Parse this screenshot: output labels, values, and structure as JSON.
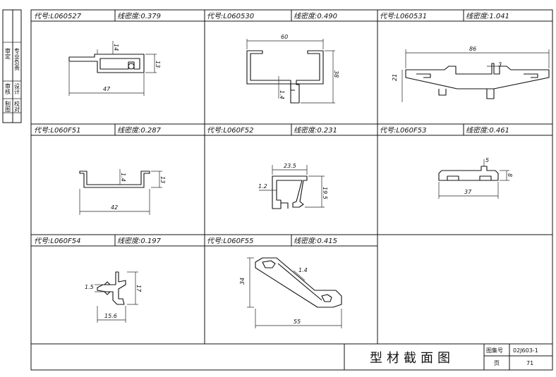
{
  "cells": [
    {
      "code": "代号:L060527",
      "weight": "线密度:0.379",
      "dims": [
        "14",
        "13",
        "47"
      ]
    },
    {
      "code": "代号:L060530",
      "weight": "线密度:0.490",
      "dims": [
        "60",
        "38",
        "1.4"
      ]
    },
    {
      "code": "代号:L060531",
      "weight": "线密度:1.041",
      "dims": [
        "86",
        "3",
        "21"
      ]
    },
    {
      "code": "代号:L060F51",
      "weight": "线密度:0.287",
      "dims": [
        "1.4",
        "13",
        "42"
      ]
    },
    {
      "code": "代号:L060F52",
      "weight": "线密度:0.231",
      "dims": [
        "23.5",
        "1.2",
        "19.5"
      ]
    },
    {
      "code": "代号:L060F53",
      "weight": "线密度:0.461",
      "dims": [
        "5",
        "8",
        "37"
      ]
    },
    {
      "code": "代号:L060F54",
      "weight": "线密度:0.197",
      "dims": [
        "1.5",
        "17",
        "15.6"
      ]
    },
    {
      "code": "代号:L060F55",
      "weight": "线密度:0.415",
      "dims": [
        "34",
        "1.4",
        "55"
      ]
    }
  ],
  "side_panel": {
    "row1": [
      "专业负责",
      "设计",
      "校对"
    ],
    "row2": [
      "审定",
      "审核",
      "制图"
    ]
  },
  "title_block": {
    "title": "型材截面图",
    "atlas_label": "图集号",
    "atlas_value": "02J603-1",
    "page_label": "页",
    "page_value": "71"
  }
}
